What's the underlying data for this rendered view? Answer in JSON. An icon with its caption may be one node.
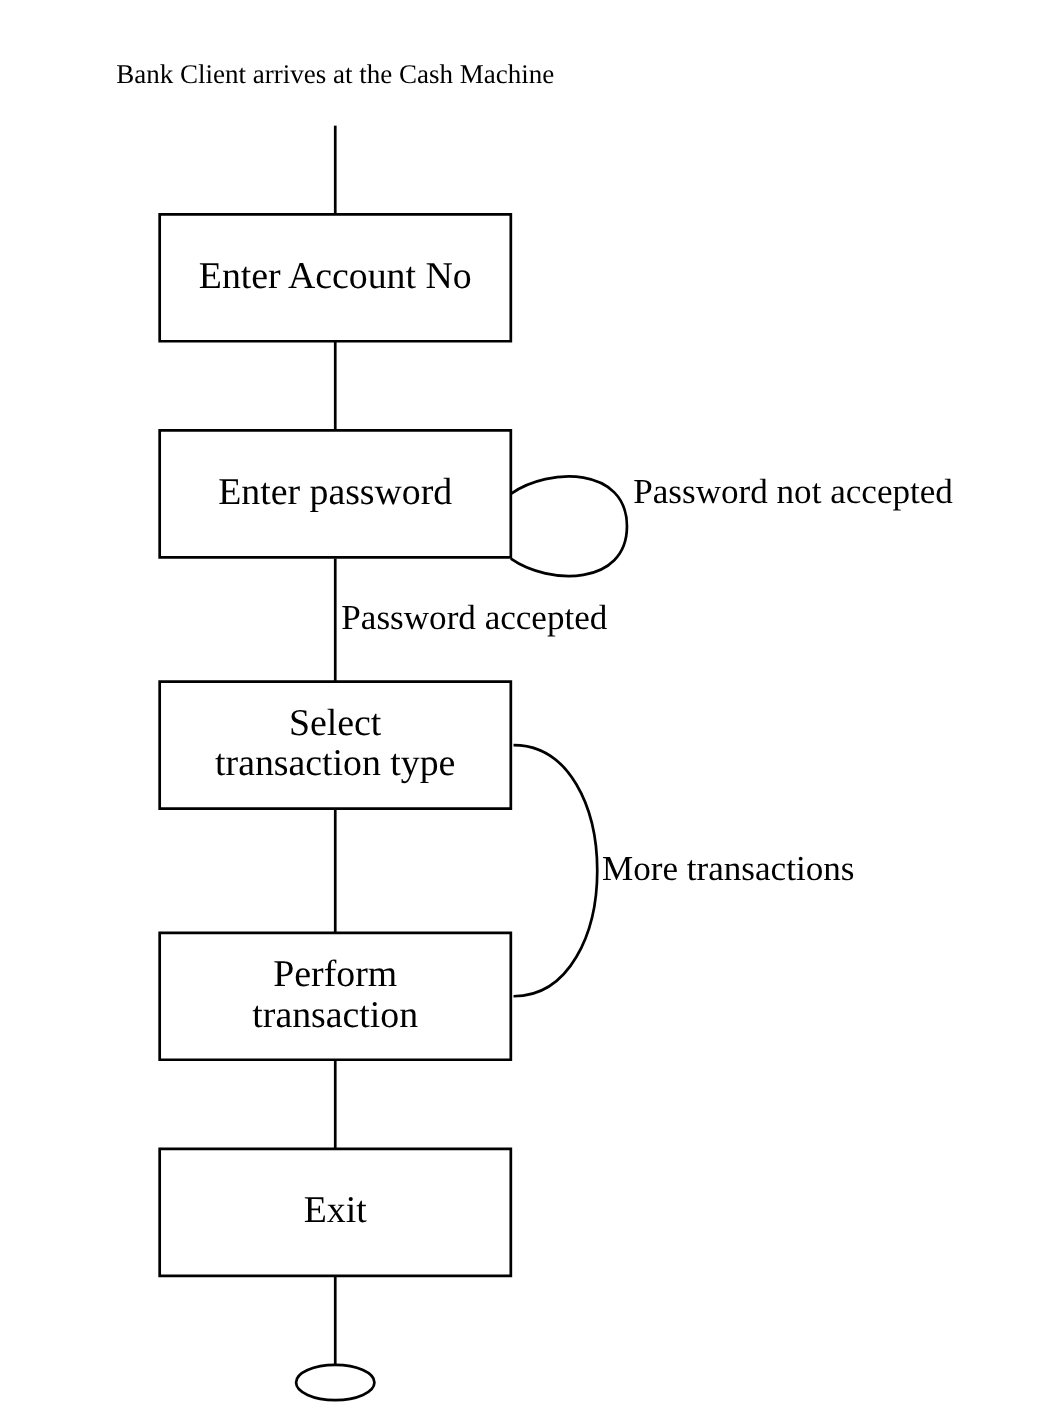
{
  "diagram": {
    "nodes": [
      {
        "text": [
          "Bank Client arrives at the Cash Machine"
        ]
      },
      {
        "text": [
          "Enter Account No"
        ]
      },
      {
        "text": [
          "Enter password"
        ]
      },
      {
        "text": [
          "Select transaction type"
        ]
      },
      {
        "text": [
          "Perform transaction"
        ]
      },
      {
        "text": [
          "Exit"
        ]
      },
      {
        "text": [],
        "shape": "ellipse"
      }
    ],
    "edges": [
      {
        "from": 0,
        "to": 1,
        "arrow": "none"
      },
      {
        "from": 1,
        "to": 2,
        "arrow": "none"
      },
      {
        "from": 2,
        "to": 2,
        "arrow": "none",
        "label": "Password not accepted"
      },
      {
        "from": 2,
        "to": 3,
        "arrow": "none",
        "label": "Password accepted"
      },
      {
        "from": 3,
        "to": 4,
        "arrow": "none"
      },
      {
        "from": 4,
        "to": 3,
        "arrow": "none",
        "label": "More transactions"
      },
      {
        "from": 4,
        "to": 5,
        "arrow": "none"
      },
      {
        "from": 5,
        "to": 6,
        "arrow": "none"
      }
    ]
  }
}
